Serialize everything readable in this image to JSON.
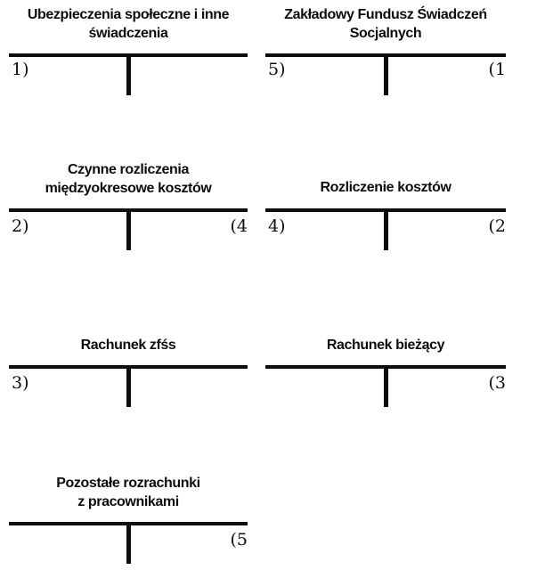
{
  "page": {
    "kind": "t-account ledger diagram",
    "language": "pl",
    "colors": {
      "background": "#ffffff",
      "ink": "#0d0d0d"
    }
  },
  "accounts": [
    {
      "name": "ubezpieczenia-spoleczne-i-inne-swiadczenia",
      "title_lines": [
        "Ubezpieczenia społeczne i inne",
        "świadczenia"
      ],
      "debit": "1)",
      "credit": ""
    },
    {
      "name": "zakladowy-fundusz-swiadczen-socjalnych",
      "title_lines": [
        "Zakładowy Fundusz Świadczeń",
        "Socjalnych"
      ],
      "debit": "5)",
      "credit": "(1"
    },
    {
      "name": "czynne-rozliczenia-miedzyokresowe-kosztow",
      "title_lines": [
        "Czynne rozliczenia",
        "międzyokresowe kosztów"
      ],
      "debit": "2)",
      "credit": "(4"
    },
    {
      "name": "rozliczenie-kosztow",
      "title_lines": [
        "Rozliczenie kosztów"
      ],
      "debit": "4)",
      "credit": "(2"
    },
    {
      "name": "rachunek-zfss",
      "title_lines": [
        "Rachunek zfśs"
      ],
      "debit": "3)",
      "credit": ""
    },
    {
      "name": "rachunek-biezacy",
      "title_lines": [
        "Rachunek bieżący"
      ],
      "debit": "",
      "credit": "(3"
    },
    {
      "name": "pozostale-rozrachunki-z-pracownikami",
      "title_lines": [
        "Pozostałe rozrachunki",
        "z pracownikami"
      ],
      "debit": "",
      "credit": "(5"
    }
  ]
}
